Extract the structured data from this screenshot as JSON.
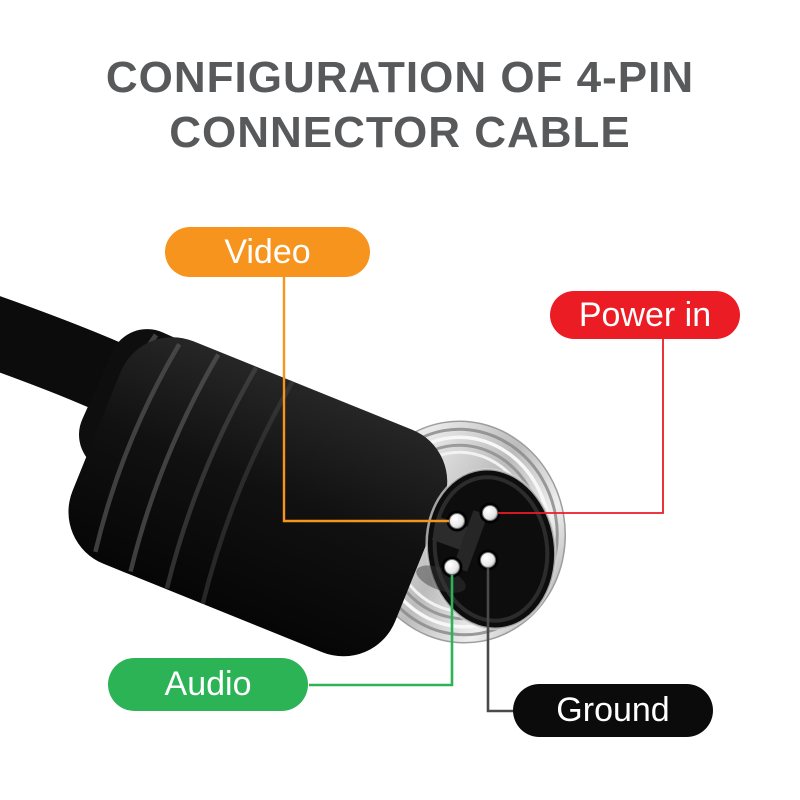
{
  "title": {
    "line1": "CONFIGURATION OF 4-PIN",
    "line2": "CONNECTOR CABLE",
    "color": "#58595B"
  },
  "labels": {
    "video": {
      "text": "Video",
      "pill_color": "#F7941D",
      "text_color": "#FFFFFF"
    },
    "power": {
      "text": "Power in",
      "pill_color": "#EC1C24",
      "text_color": "#FFFFFF"
    },
    "audio": {
      "text": "Audio",
      "pill_color": "#2BB356",
      "text_color": "#FFFFFF"
    },
    "ground": {
      "text": "Ground",
      "pill_color": "#0B0B0B",
      "text_color": "#FFFFFF"
    }
  },
  "leader_lines": {
    "video_color": "#F7941D",
    "power_color": "#EC1C24",
    "audio_color": "#2BB356",
    "ground_color": "#4A4A4A"
  },
  "photo": {
    "alt": "Black cable with silver 4-pin male aviation connector",
    "pin_count": "4"
  }
}
